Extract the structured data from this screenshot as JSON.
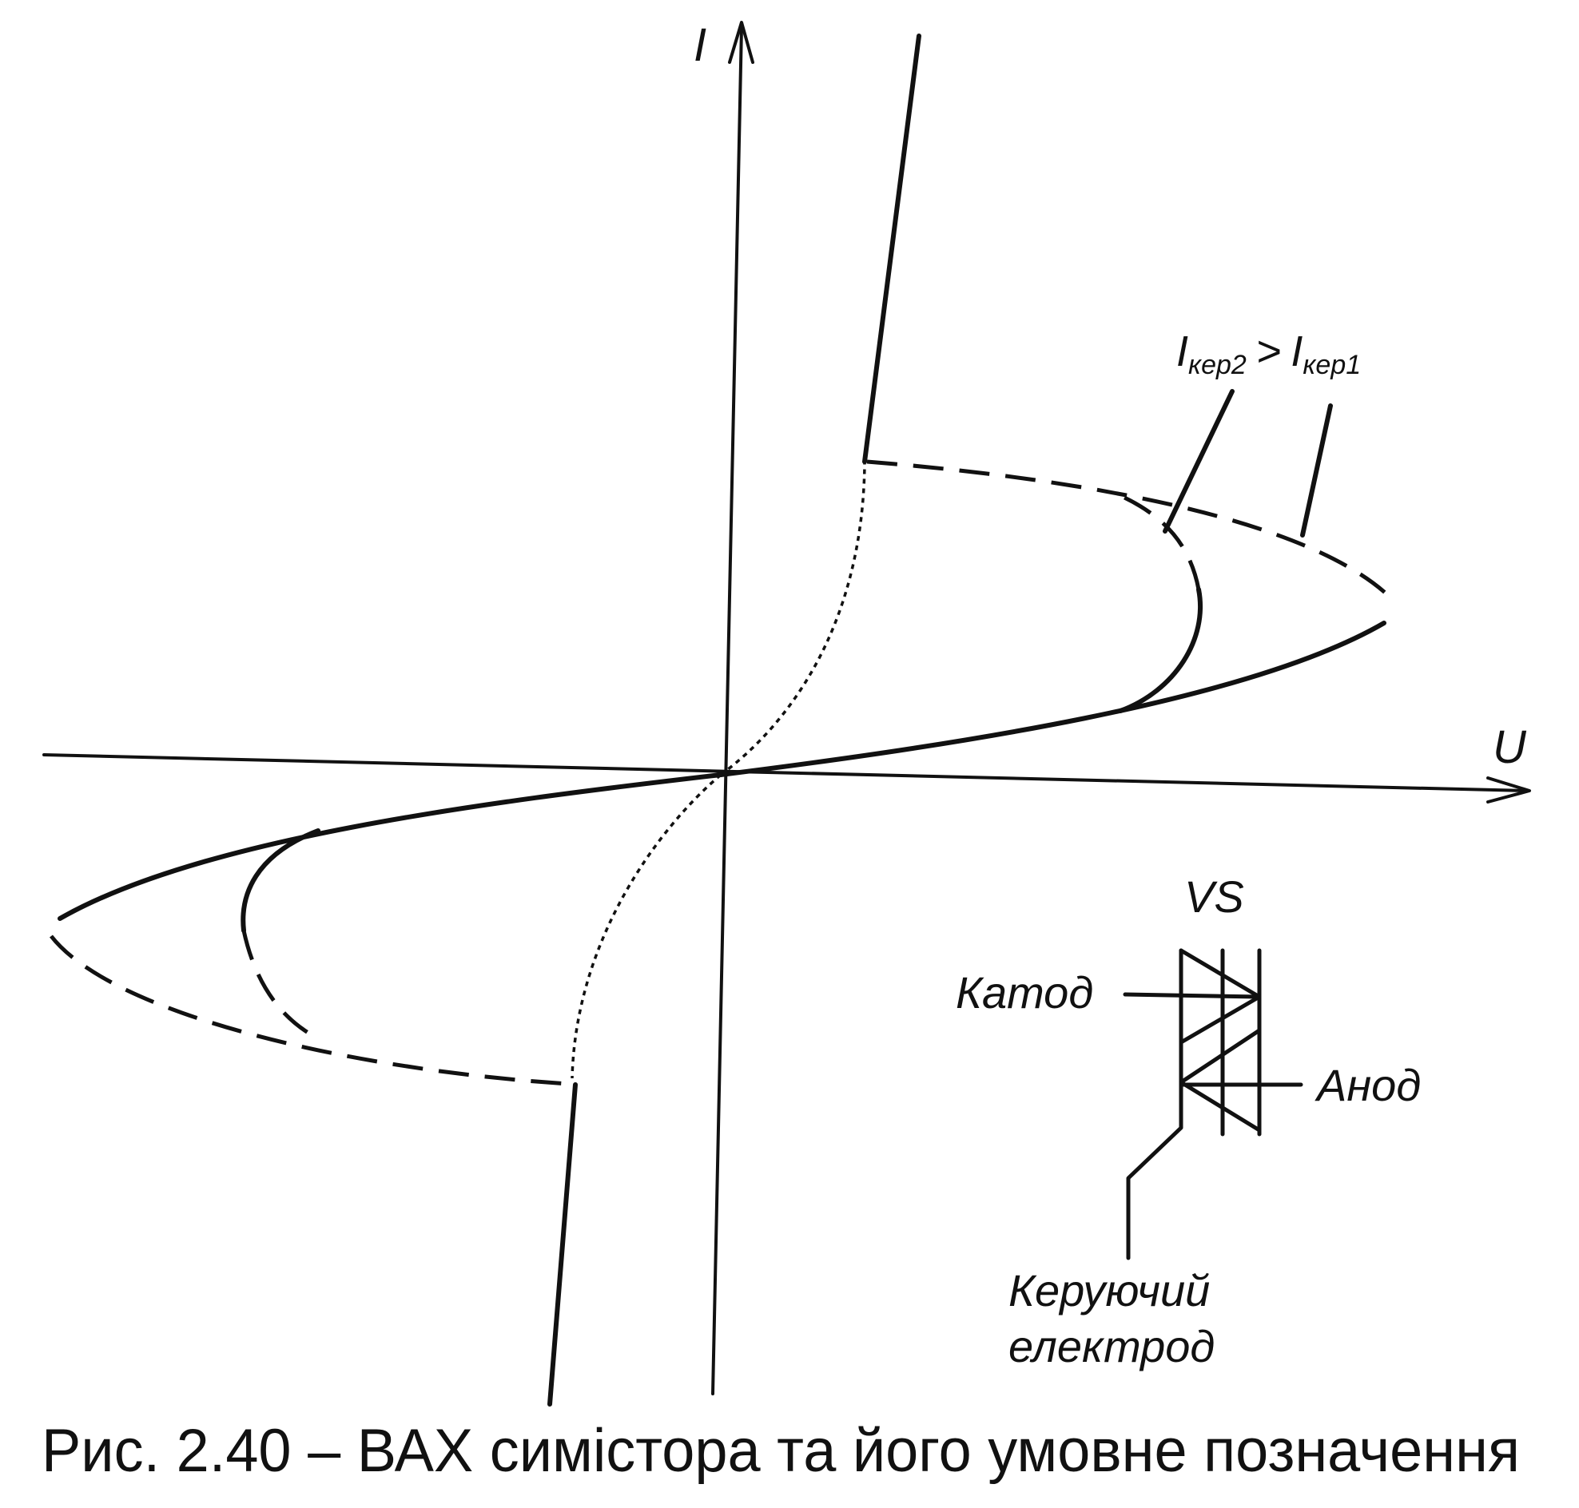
{
  "axes": {
    "current_label": "I",
    "voltage_label": "U"
  },
  "control_current": {
    "i2_base": "I",
    "i2_sub": "кер2",
    "relation": ">",
    "i1_base": "I",
    "i1_sub": "кер1"
  },
  "symbol": {
    "designation": "VS",
    "cathode_label": "Катод",
    "anode_label": "Анод",
    "gate_label_line1": "Керуючий",
    "gate_label_line2": "електрод"
  },
  "caption": "Рис. 2.40 – ВАХ симістора та його умовне позначення",
  "colors": {
    "ink": "#111111",
    "background": "#ffffff"
  }
}
